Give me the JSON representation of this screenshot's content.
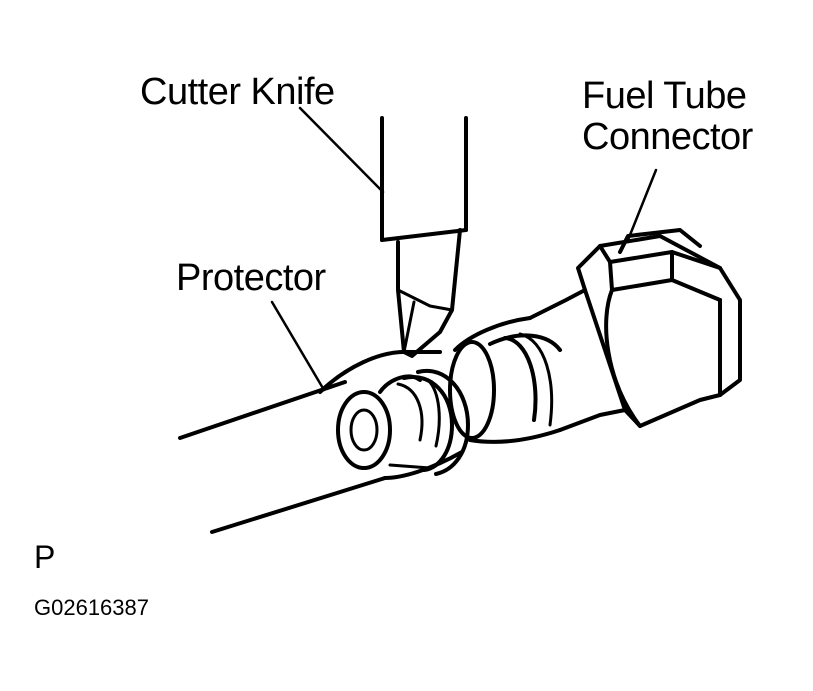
{
  "labels": {
    "cutter_knife": "Cutter Knife",
    "fuel_tube_connector_line1": "Fuel Tube",
    "fuel_tube_connector_line2": "Connector",
    "protector": "Protector",
    "view_letter": "P",
    "figure_code": "G02616387"
  },
  "colors": {
    "ink": "#000000",
    "paper": "#ffffff"
  }
}
